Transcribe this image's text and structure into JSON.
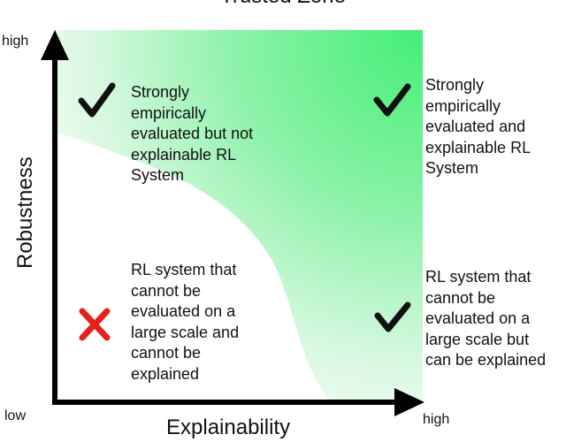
{
  "title": "Trusted Zone",
  "axes": {
    "y_title": "Robustness",
    "x_title": "Explainability",
    "y_high": "high",
    "origin_low": "low",
    "x_high": "high"
  },
  "colors": {
    "zone_green": "#44ee77",
    "axis": "#000000",
    "check": "#111111",
    "cross": "#e8201c"
  },
  "quadrants": {
    "top_left": {
      "icon": "check-icon",
      "text": "Strongly\nempirically\nevaluated but not\nexplainable RL\nSystem"
    },
    "top_right": {
      "icon": "check-icon",
      "text": "Strongly\nempirically\nevaluated and\nexplainable RL\nSystem"
    },
    "bottom_left": {
      "icon": "cross-icon",
      "text": "RL system that\ncannot be\nevaluated on a\nlarge scale and\ncannot be\nexplained"
    },
    "bottom_right": {
      "icon": "check-icon",
      "text": "RL system that\ncannot be\nevaluated on a\nlarge scale but\ncan be explained"
    }
  }
}
